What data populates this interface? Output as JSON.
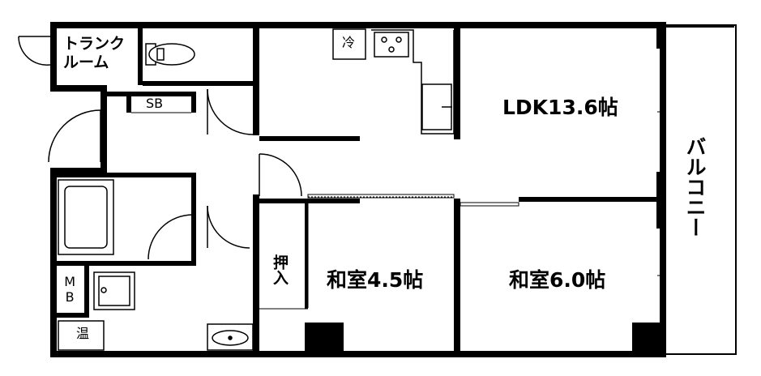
{
  "rooms": {
    "ldk": "LDK13.6帖",
    "washitsu_6": "和室6.0帖",
    "washitsu_45": "和室4.5帖",
    "balcony": "バルコニー",
    "oshiire": "押入",
    "trunk_room": "トランク ルーム",
    "shoe_box": "SB",
    "meter_box": "MB",
    "water_heater": "温",
    "refrigerator": "冷"
  },
  "colors": {
    "wall": "#000000",
    "background": "#ffffff",
    "line": "#000000"
  }
}
